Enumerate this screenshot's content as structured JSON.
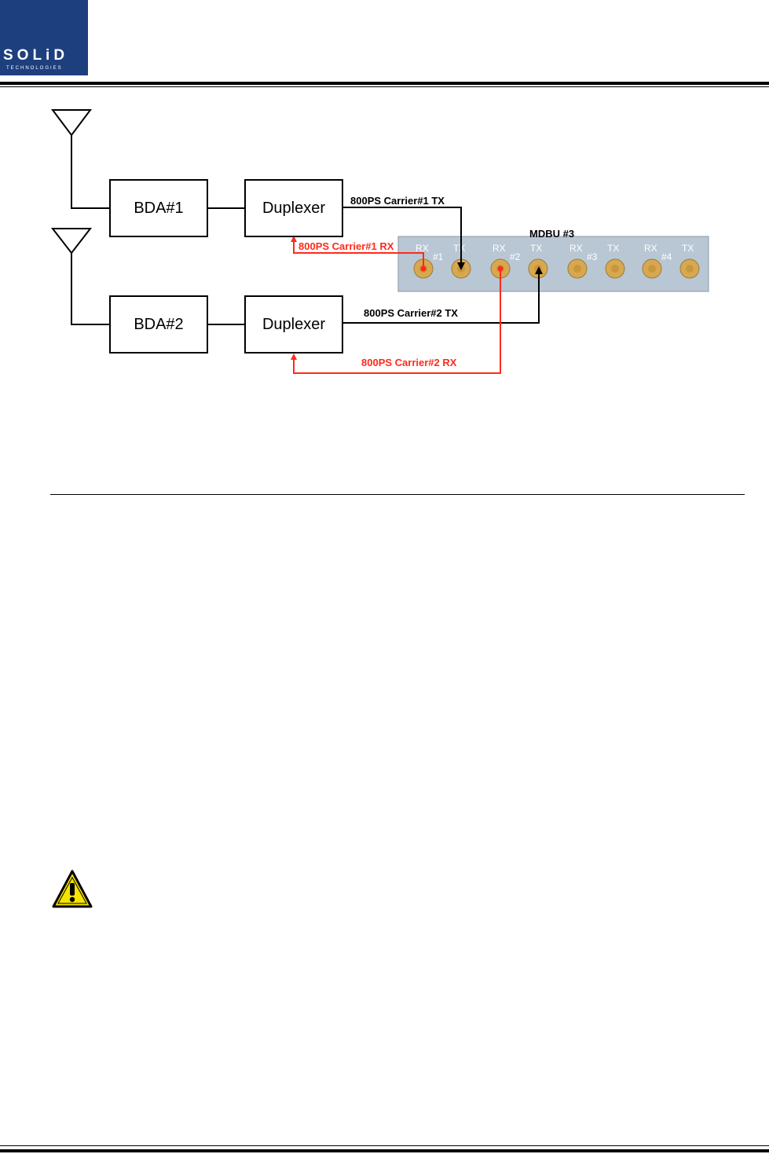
{
  "header": {
    "logo_text": "SOLiD",
    "logo_subtext": "TECHNOLOGIES",
    "logo_color": "#1d3f7e"
  },
  "diagram": {
    "blocks": {
      "bda1": "BDA#1",
      "bda2": "BDA#2",
      "duplexer1": "Duplexer",
      "duplexer2": "Duplexer"
    },
    "signals": {
      "carrier1_tx": "800PS Carrier#1 TX",
      "carrier1_rx": "800PS Carrier#1 RX",
      "carrier2_tx": "800PS Carrier#2 TX",
      "carrier2_rx": "800PS Carrier#2 RX"
    },
    "panel": {
      "title": "MDBU #3",
      "ports": [
        {
          "rx": "RX",
          "tx": "TX",
          "num": "#1"
        },
        {
          "rx": "RX",
          "tx": "TX",
          "num": "#2"
        },
        {
          "rx": "RX",
          "tx": "TX",
          "num": "#3"
        },
        {
          "rx": "RX",
          "tx": "TX",
          "num": "#4"
        }
      ]
    },
    "colors": {
      "tx_line": "#000000",
      "rx_line": "#ff2a1a",
      "panel_bg": "#b9c7d4",
      "connector": "#d8a850"
    }
  },
  "icons": {
    "warning": "warning-icon"
  }
}
